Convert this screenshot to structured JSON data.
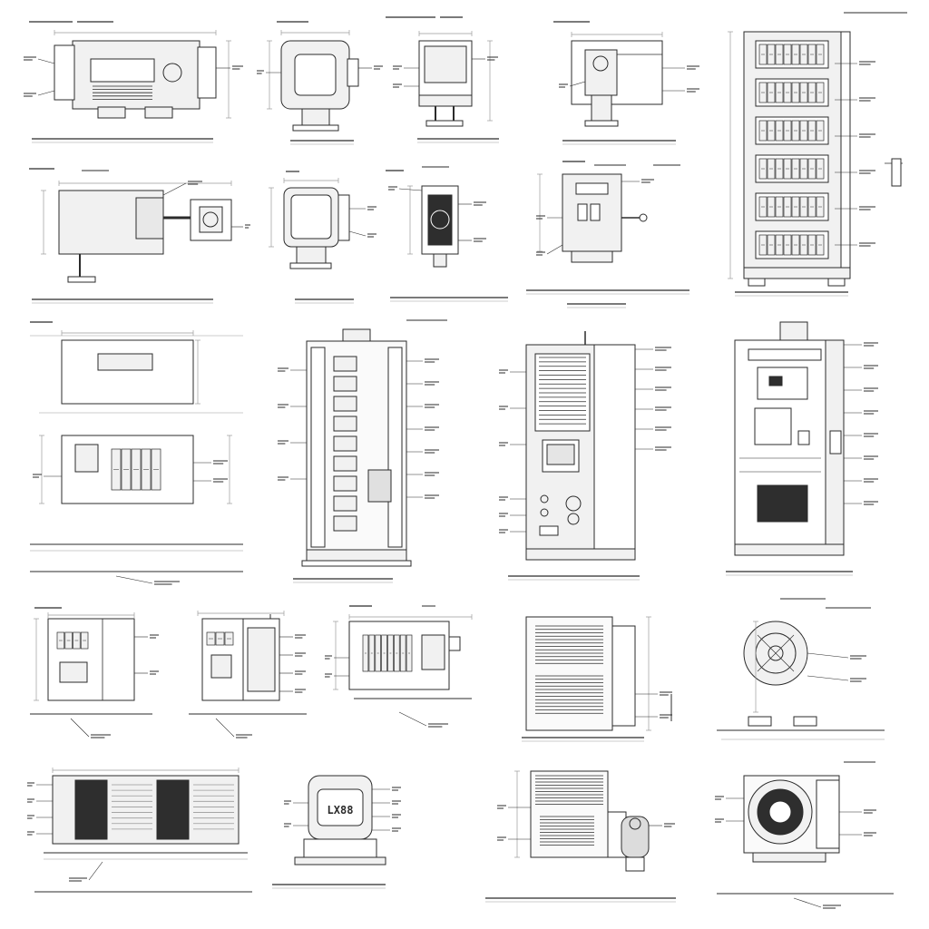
{
  "sheet": {
    "background": "#ffffff",
    "ink": "#2b2b2b",
    "light_ink": "#9a9a9a",
    "fill_light": "#f1f1f1",
    "fill_dark": "#2e2e2e"
  },
  "drawings": [
    {
      "id": "d1",
      "type": "generator-horizontal",
      "label": "",
      "interactable": false
    },
    {
      "id": "d2",
      "type": "enclosure-rounded",
      "label": "",
      "interactable": false
    },
    {
      "id": "d3",
      "type": "monitor-unit",
      "label": "",
      "interactable": false
    },
    {
      "id": "d4",
      "type": "pump-assembly",
      "label": "",
      "interactable": false
    },
    {
      "id": "d5",
      "type": "rack-cabinet",
      "label": "",
      "interactable": false
    },
    {
      "id": "d6",
      "type": "motor-with-gearbox",
      "label": "",
      "interactable": false
    },
    {
      "id": "d7",
      "type": "enclosure-rounded-side",
      "label": "",
      "interactable": false
    },
    {
      "id": "d8",
      "type": "valve-body",
      "label": "",
      "interactable": false
    },
    {
      "id": "d9",
      "type": "control-box",
      "label": "",
      "interactable": false
    },
    {
      "id": "d10",
      "type": "panel-plan",
      "label": "",
      "interactable": false
    },
    {
      "id": "d11",
      "type": "switchgear-cabinet",
      "label": "",
      "interactable": false
    },
    {
      "id": "d12",
      "type": "louvered-cabinet",
      "label": "",
      "interactable": false
    },
    {
      "id": "d13",
      "type": "control-cabinet",
      "label": "",
      "interactable": false
    },
    {
      "id": "d14",
      "type": "small-panel",
      "label": "",
      "interactable": false
    },
    {
      "id": "d15",
      "type": "dual-panel",
      "label": "",
      "interactable": false
    },
    {
      "id": "d16",
      "type": "terminal-rail",
      "label": "",
      "interactable": false
    },
    {
      "id": "d17",
      "type": "air-unit",
      "label": "",
      "interactable": false
    },
    {
      "id": "d18",
      "type": "coil-section",
      "label": "",
      "interactable": false
    },
    {
      "id": "d19",
      "type": "busbar-assembly",
      "label": "",
      "interactable": false
    },
    {
      "id": "d20",
      "type": "ups-unit",
      "label": "LX88",
      "interactable": false
    },
    {
      "id": "d21",
      "type": "chiller-with-tank",
      "label": "",
      "interactable": false
    },
    {
      "id": "d22",
      "type": "fan-unit",
      "label": "",
      "interactable": false
    }
  ]
}
